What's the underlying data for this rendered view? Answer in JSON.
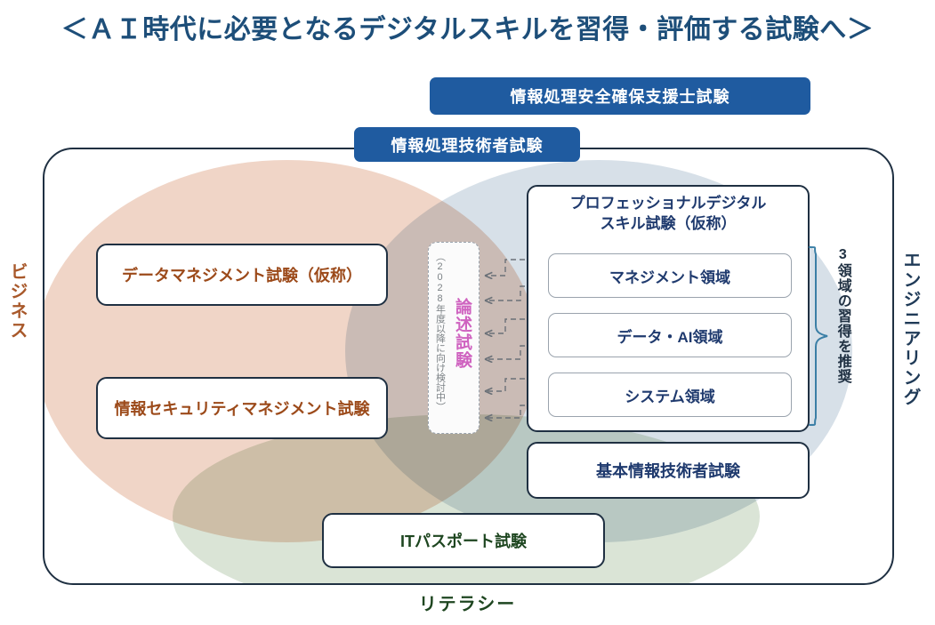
{
  "title": "＜ＡＩ時代に必要となるデジタルスキルを習得・評価する試験へ＞",
  "axes": {
    "left_label": "ビジネス",
    "right_label": "エンジニアリング",
    "bottom_label": "リテラシー"
  },
  "banners": [
    {
      "id": "security-support",
      "label": "情報処理安全確保支援士試験"
    },
    {
      "id": "ipe",
      "label": "情報処理技術者試験"
    }
  ],
  "exams": {
    "data_management": "データマネジメント試験（仮称）",
    "security_management": "情報セキュリティマネジメント試験",
    "basic_information": "基本情報技術者試験",
    "it_passport": "ITパスポート試験"
  },
  "professional_panel": {
    "title_line1": "プロフェッショナルデジタル",
    "title_line2": "スキル試験（仮称）",
    "areas": [
      "マネジメント領域",
      "データ・AI領域",
      "システム領域"
    ],
    "recommendation": "3領域の習得を推奨"
  },
  "essay_exam": {
    "main": "論述試験",
    "note": "（2028年度以降に向け検討中）"
  },
  "colors": {
    "title": "#1d4e79",
    "banner_bg": "#1f5ba0",
    "business_ellipse": "#f0d5c7",
    "engineering_ellipse": "#d7e0e8",
    "literacy_ellipse": "#dae4d6",
    "business_text": "#a8582a",
    "engineering_text": "#1f3a57",
    "literacy_text": "#1e4620",
    "essay_text": "#cf63c0",
    "frame_border": "#1f3042"
  }
}
